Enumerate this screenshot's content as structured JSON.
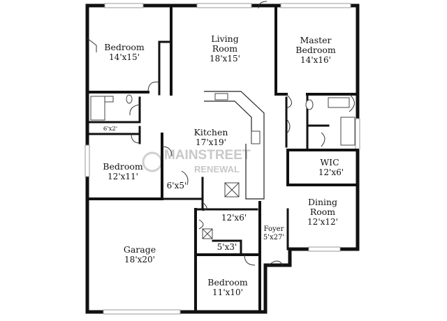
{
  "watermark": {
    "line1": "MAINSTREET",
    "line2": "RENEWAL"
  },
  "rooms": {
    "bedroom1": {
      "name": "Bedroom",
      "dim": "14'x15'"
    },
    "living": {
      "name1": "Living",
      "name2": "Room",
      "dim": "18'x15'"
    },
    "master": {
      "name1": "Master",
      "name2": "Bedroom",
      "dim": "14'x16'"
    },
    "closet_a": {
      "dim": "6'x2'"
    },
    "kitchen": {
      "name": "Kitchen",
      "dim": "17'x19'"
    },
    "wic": {
      "name": "WIC",
      "dim": "12'x6'"
    },
    "bedroom2": {
      "name": "Bedroom",
      "dim": "12'x11'"
    },
    "laundry": {
      "dim": "6'x5'"
    },
    "dining": {
      "name1": "Dining",
      "name2": "Room",
      "dim": "12'x12'"
    },
    "hall": {
      "dim": "12'x6'"
    },
    "foyer": {
      "name": "Foyer",
      "dim": "5'x27'"
    },
    "garage": {
      "name": "Garage",
      "dim": "18'x20'"
    },
    "closet_b": {
      "dim": "5'x3'"
    },
    "bedroom3": {
      "name": "Bedroom",
      "dim": "11'x10'"
    }
  }
}
